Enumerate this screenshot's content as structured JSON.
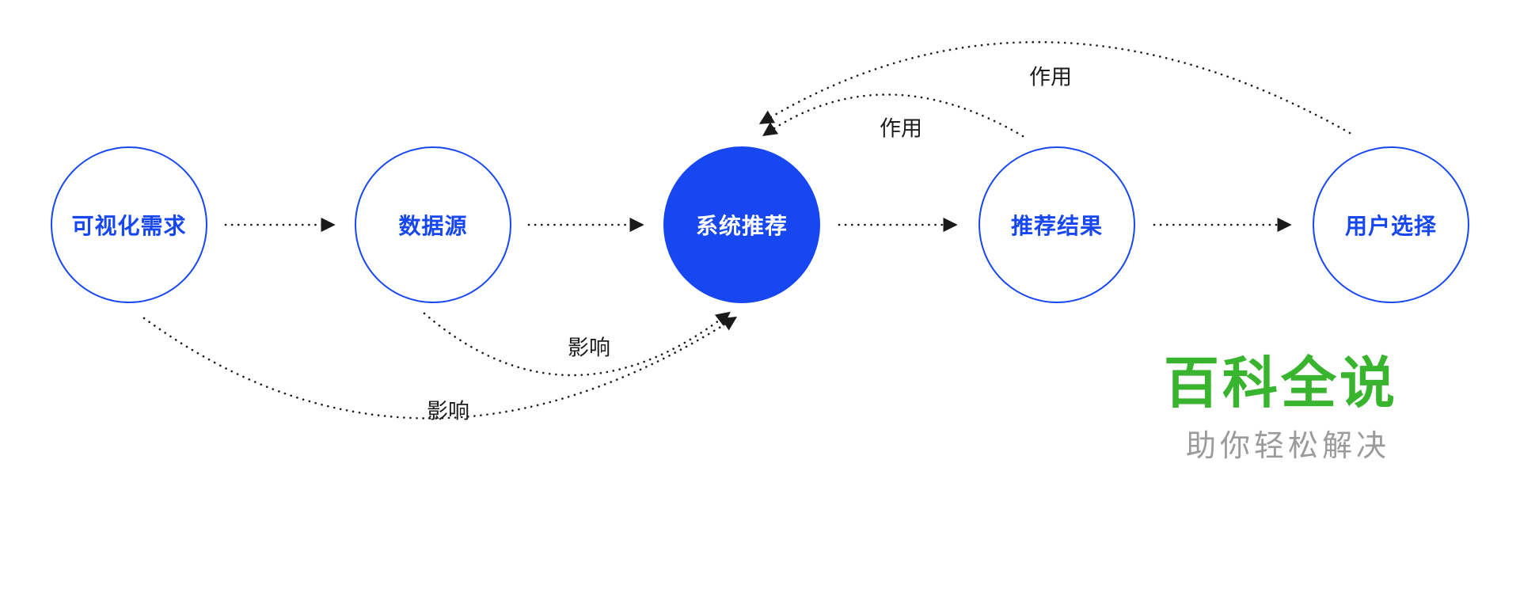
{
  "diagram": {
    "nodes": [
      {
        "id": "visualization-need",
        "label": "可视化需求",
        "filled": false
      },
      {
        "id": "data-source",
        "label": "数据源",
        "filled": false
      },
      {
        "id": "system-recommendation",
        "label": "系统推荐",
        "filled": true
      },
      {
        "id": "recommendation-result",
        "label": "推荐结果",
        "filled": false
      },
      {
        "id": "user-selection",
        "label": "用户选择",
        "filled": false
      }
    ],
    "flow_edges": [
      {
        "from": "可视化需求",
        "to": "数据源",
        "style": "dotted-arrow"
      },
      {
        "from": "数据源",
        "to": "系统推荐",
        "style": "dotted-arrow"
      },
      {
        "from": "系统推荐",
        "to": "推荐结果",
        "style": "dotted-arrow"
      },
      {
        "from": "推荐结果",
        "to": "用户选择",
        "style": "dotted-arrow"
      }
    ],
    "feedback_edges": [
      {
        "from": "推荐结果",
        "to": "系统推荐",
        "label": "作用",
        "curve": "top-inner"
      },
      {
        "from": "用户选择",
        "to": "系统推荐",
        "label": "作用",
        "curve": "top-outer"
      },
      {
        "from": "数据源",
        "to": "系统推荐",
        "label": "影响",
        "curve": "bottom-inner"
      },
      {
        "from": "可视化需求",
        "to": "系统推荐",
        "label": "影响",
        "curve": "bottom-outer"
      }
    ],
    "colors": {
      "node_accent": "#1747f0",
      "node_text": "#1747f0",
      "filled_node_text": "#ffffff",
      "arrow": "#1a1a1a"
    }
  },
  "watermark": {
    "title": "百科全说",
    "subtitle": "助你轻松解决",
    "title_color": "#38b42e",
    "subtitle_color": "#9b9b9b"
  }
}
